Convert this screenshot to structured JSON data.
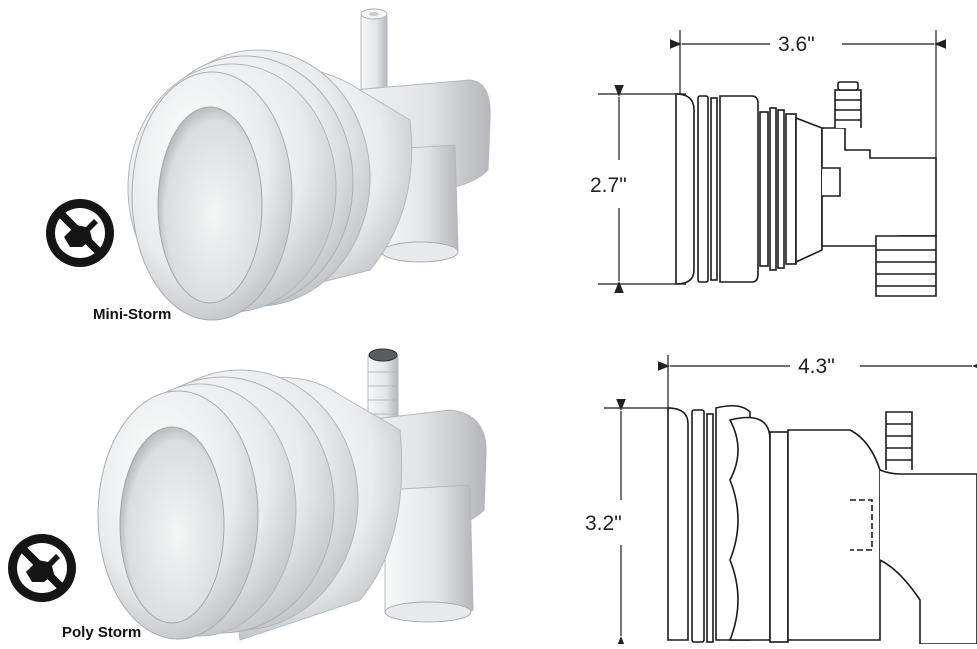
{
  "products": [
    {
      "name": "Mini-Storm",
      "width": "3.6\"",
      "height": "2.7\"",
      "icon": "no-hand-tool-icon"
    },
    {
      "name": "Poly Storm",
      "width": "4.3\"",
      "height": "3.2\"",
      "icon": "no-hand-tool-icon"
    }
  ],
  "colors": {
    "part_fill": "#eef0f1",
    "line": "#1a1a1a"
  }
}
